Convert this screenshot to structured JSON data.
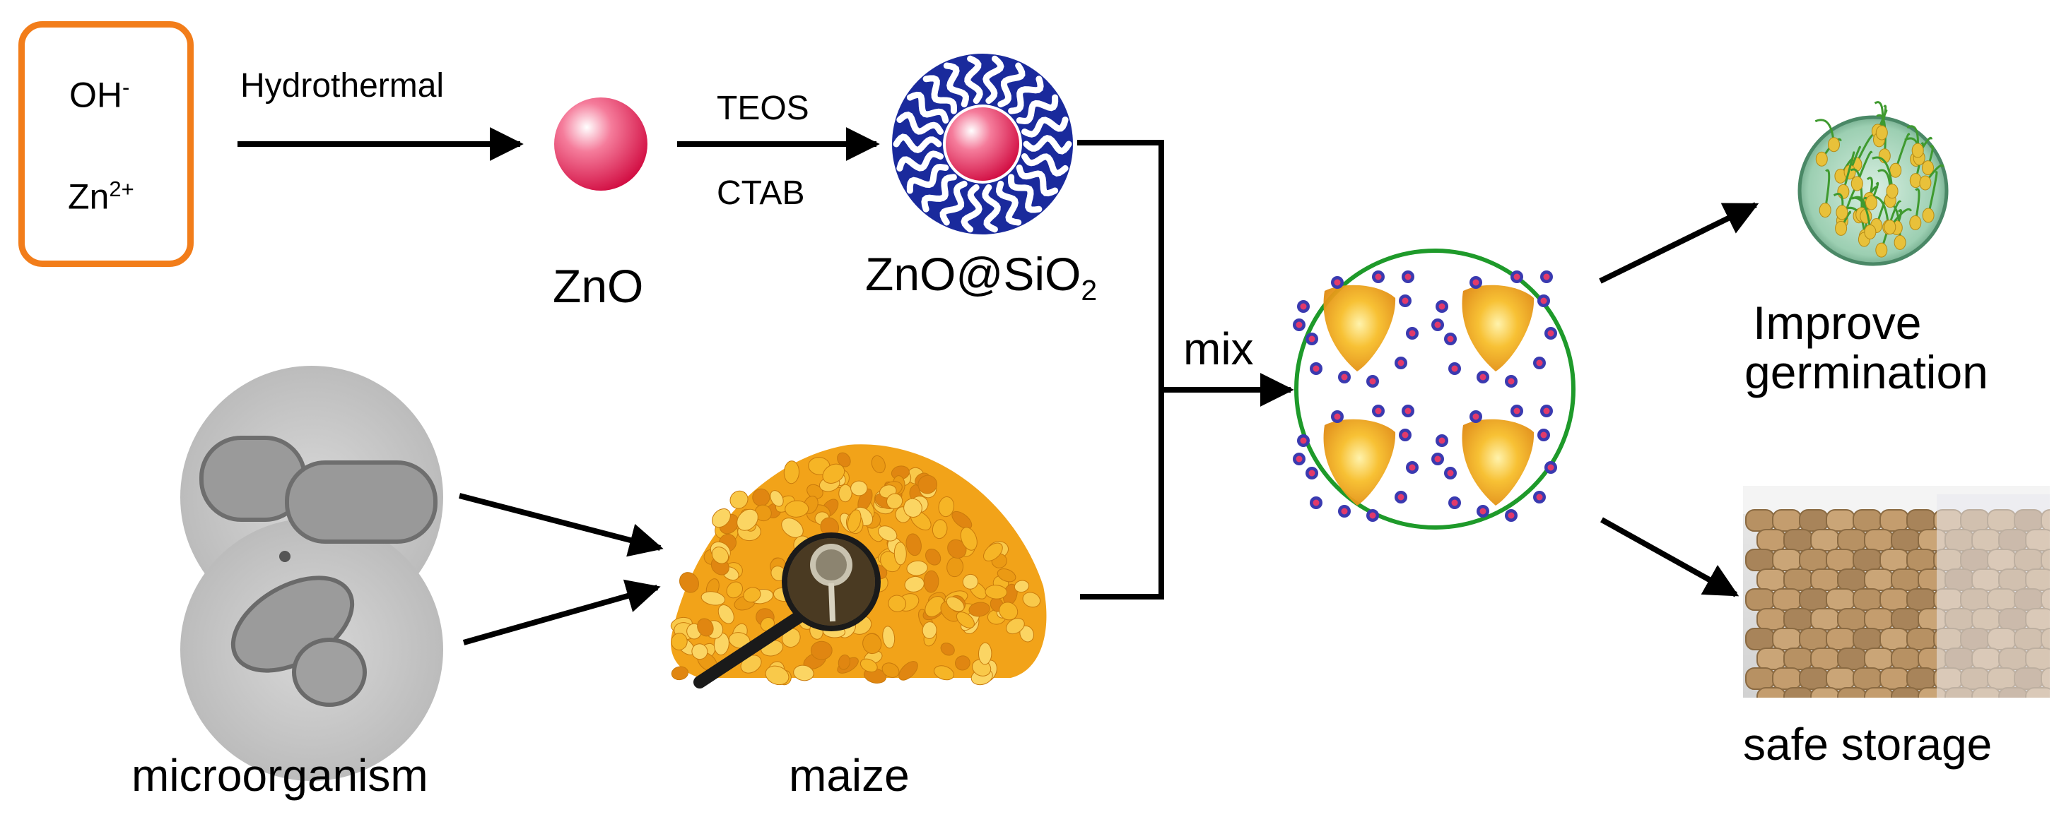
{
  "precursors": {
    "hydroxide": {
      "base": "OH",
      "sup": "-"
    },
    "zinc": {
      "base": "Zn",
      "sup": "2+"
    }
  },
  "step1": {
    "label": "Hydrothermal"
  },
  "zno": {
    "label": "ZnO"
  },
  "step2": {
    "reagent_top": "TEOS",
    "reagent_bottom": "CTAB"
  },
  "zno_sio2": {
    "base": "ZnO@SiO",
    "sub": "2"
  },
  "mix": {
    "label": "mix"
  },
  "microorganism": {
    "label": "microorganism"
  },
  "maize": {
    "label": "maize"
  },
  "outcomes": {
    "germination": {
      "line1": "Improve",
      "line2": "germination"
    },
    "storage": {
      "label": "safe storage"
    }
  },
  "colors": {
    "box_border": "#f27d1a",
    "nanoparticle": "#e8104a",
    "silica_shell": "#1a2a9c",
    "mix_circle": "#1e9a2a",
    "kernel": "#f2a81a"
  }
}
